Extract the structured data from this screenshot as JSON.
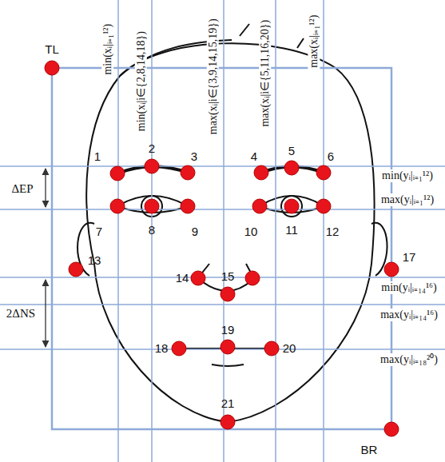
{
  "diagram": {
    "labels": [
      "TL",
      "BR",
      "min(xᵢ|ᵢ₌₁¹²)",
      "min(xᵢ|i∈{2,8,14,18})",
      "max(xᵢ|i∈{3,9,14,15,19})",
      "max(xᵢ|i∈{5,11,16,20})",
      "max(xᵢ|ᵢ₌₁¹²)",
      "min(yᵢ|ᵢ₌₁¹²)",
      "max(yᵢ|ᵢ₌₁¹²)",
      "min(yᵢ|ᵢ₌₁₄¹⁶)",
      "max(yᵢ|ᵢ₌₁₄¹⁶)",
      "max(yᵢ|ᵢ₌₁₈²⁰)",
      "ΔEP",
      "2ΔNS",
      "1",
      "2",
      "3",
      "4",
      "5",
      "6",
      "7",
      "8",
      "9",
      "10",
      "11",
      "12",
      "13",
      "14",
      "15",
      "17",
      "18",
      "19",
      "20",
      "21"
    ]
  }
}
